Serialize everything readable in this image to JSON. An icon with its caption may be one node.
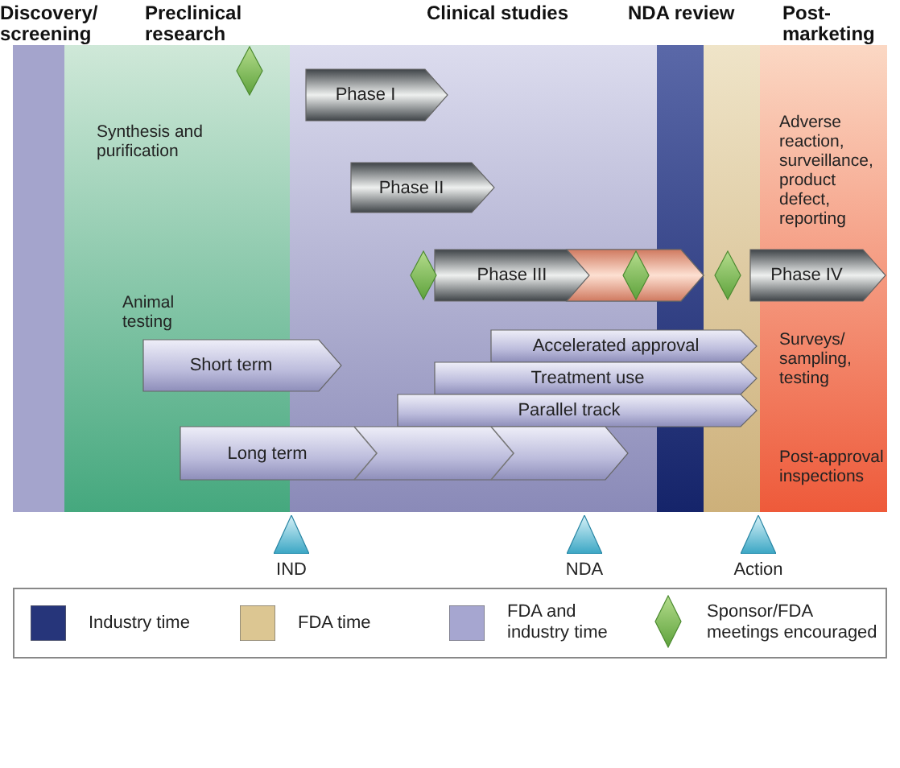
{
  "diagram": {
    "nodes": [
      {
        "text": [
          "Discovery/ screening"
        ]
      },
      {
        "text": [
          "Preclinical research",
          "Synthesis and purification",
          "Animal testing"
        ]
      },
      {
        "text": [
          "Clinical studies"
        ]
      },
      {
        "text": [
          "NDA review"
        ]
      },
      {
        "text": [
          "Post-marketing",
          "Adverse reaction, surveillance, product defect, reporting",
          "Surveys/ sampling, testing",
          "Post-approval inspections"
        ]
      },
      {
        "text": [
          "Phase I"
        ],
        "in": 2
      },
      {
        "text": [
          "Phase II"
        ],
        "in": 2
      },
      {
        "text": [
          "Phase III"
        ]
      },
      {
        "text": [
          "Phase IV"
        ]
      },
      {
        "text": [
          "Short term"
        ]
      },
      {
        "text": [
          "Accelerated approval"
        ]
      },
      {
        "text": [
          "Treatment use"
        ]
      },
      {
        "text": [
          "Parallel track"
        ]
      },
      {
        "text": [
          "Long term"
        ]
      }
    ],
    "edges": [],
    "labels": [
      "IND",
      "NDA",
      "Action"
    ],
    "legend": [
      {
        "text": "Industry time",
        "color": "#26357a"
      },
      {
        "text": "FDA time",
        "color": "#dcc692"
      },
      {
        "text": "FDA and industry time",
        "color": "#a6a6d0"
      },
      {
        "text": "Sponsor/FDA meetings encouraged"
      }
    ]
  }
}
